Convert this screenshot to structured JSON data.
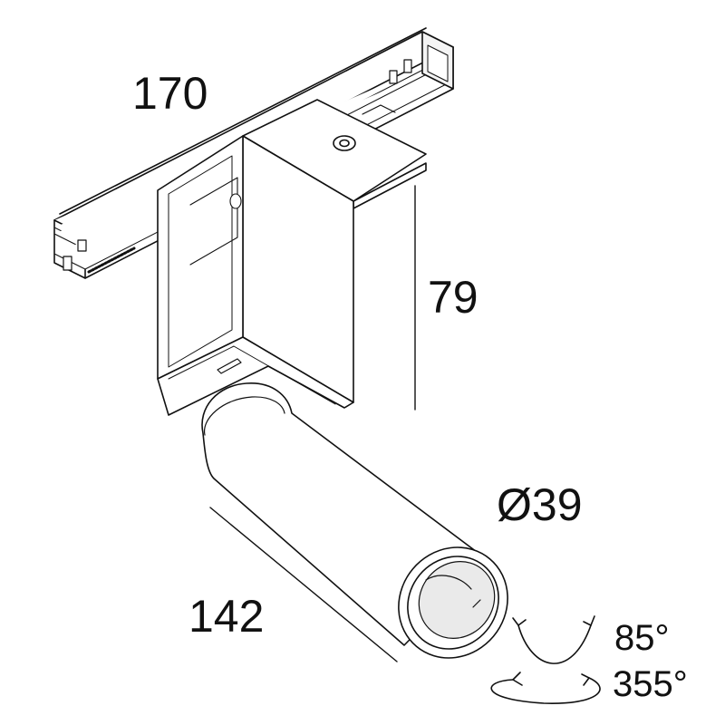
{
  "dimensions": {
    "track_length": "170",
    "adapter_height": "79",
    "diameter": "Ø39",
    "body_length": "142",
    "tilt_angle": "85°",
    "rotation_angle": "355°"
  },
  "colors": {
    "line": "#111111",
    "fill": "#ffffff",
    "shade": "#e8e8e8"
  }
}
